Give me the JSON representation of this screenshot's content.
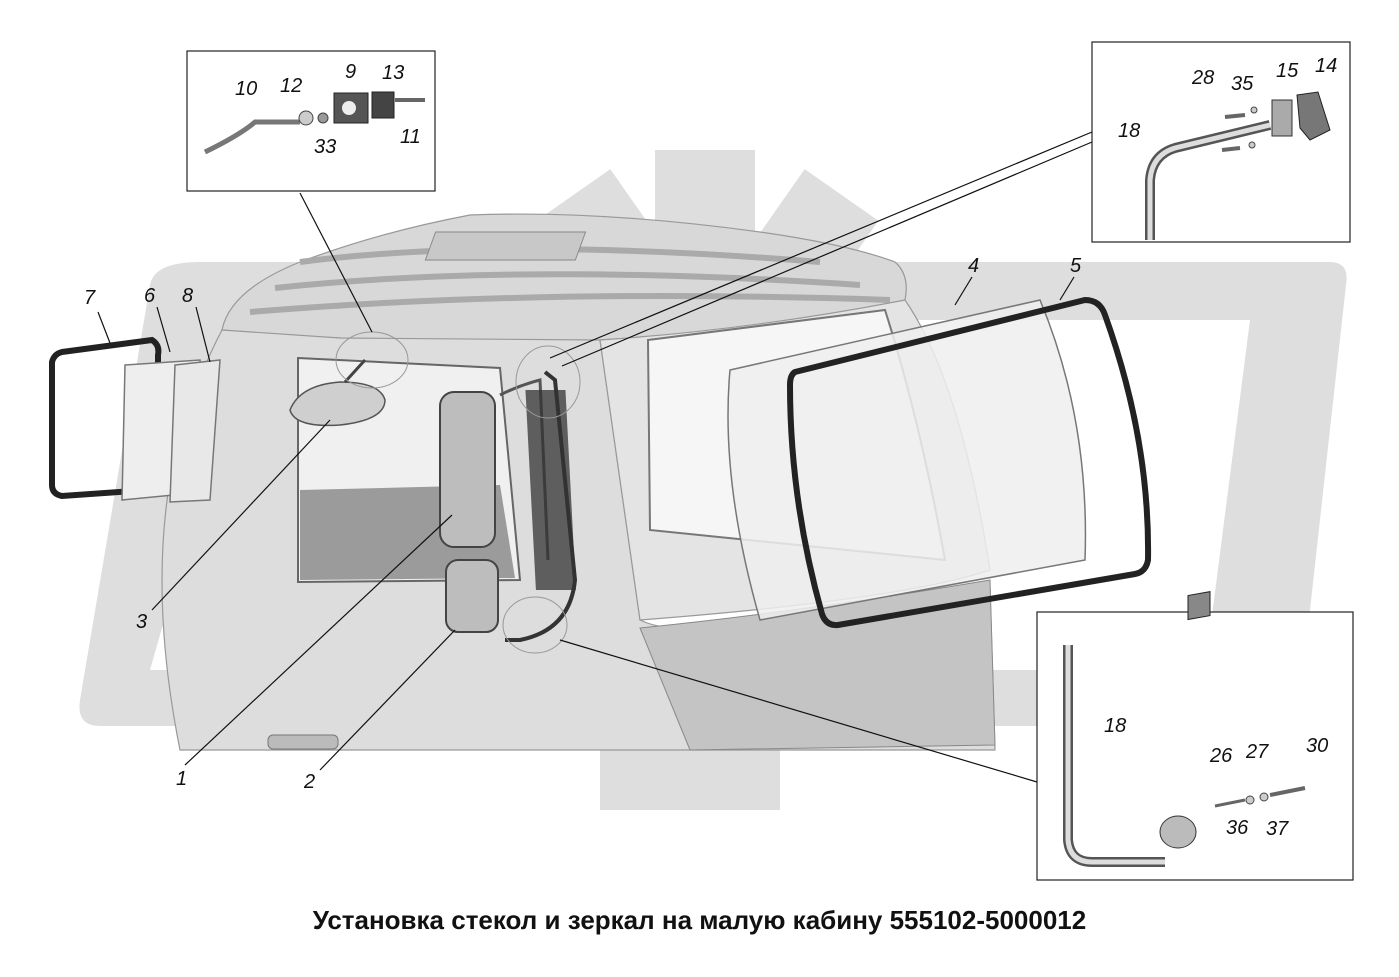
{
  "caption": "Установка стекол и зеркал на малую кабину 555102-5000012",
  "main_labels": {
    "l1": "1",
    "l2": "2",
    "l3": "3",
    "l4": "4",
    "l5": "5",
    "l6": "6",
    "l7": "7",
    "l8": "8"
  },
  "inset_top_left": {
    "l10": "10",
    "l12": "12",
    "l9": "9",
    "l13": "13",
    "l33": "33",
    "l11": "11"
  },
  "inset_top_right": {
    "l28": "28",
    "l35": "35",
    "l15": "15",
    "l14": "14",
    "l18": "18"
  },
  "inset_bottom_right": {
    "l18": "18",
    "l26": "26",
    "l27": "27",
    "l30": "30",
    "l36": "36",
    "l37": "37"
  },
  "colors": {
    "watermark": "#dcdcdc",
    "cab_body": "#dedede",
    "cab_shadow": "#b8b8b8",
    "glass": "#f2f2f2",
    "seal": "#2a2a2a"
  }
}
